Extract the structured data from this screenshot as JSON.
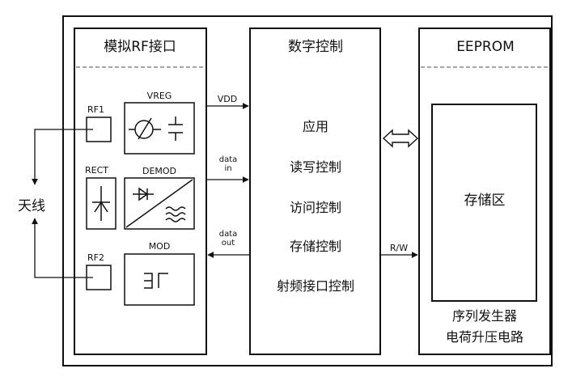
{
  "analog_block": {
    "title": "模拟RF接口",
    "rf1": "RF1",
    "rf2": "RF2",
    "rect": "RECT",
    "vreg": "VREG",
    "demod": "DEMOD",
    "mod": "MOD"
  },
  "antenna_label": "天线",
  "digital_block": {
    "title": "数字控制",
    "functions": [
      "应用",
      "读写控制",
      "访问控制",
      "存储控制",
      "射频接口控制"
    ]
  },
  "eeprom_block": {
    "title": "EEPROM",
    "storage_label": "存储区",
    "footer_line1": "序列发生器",
    "footer_line2": "电荷升压电路"
  },
  "signals": {
    "vdd": "VDD",
    "data_in": "data\nin",
    "data_out": "data\nout",
    "rw": "R/W"
  }
}
